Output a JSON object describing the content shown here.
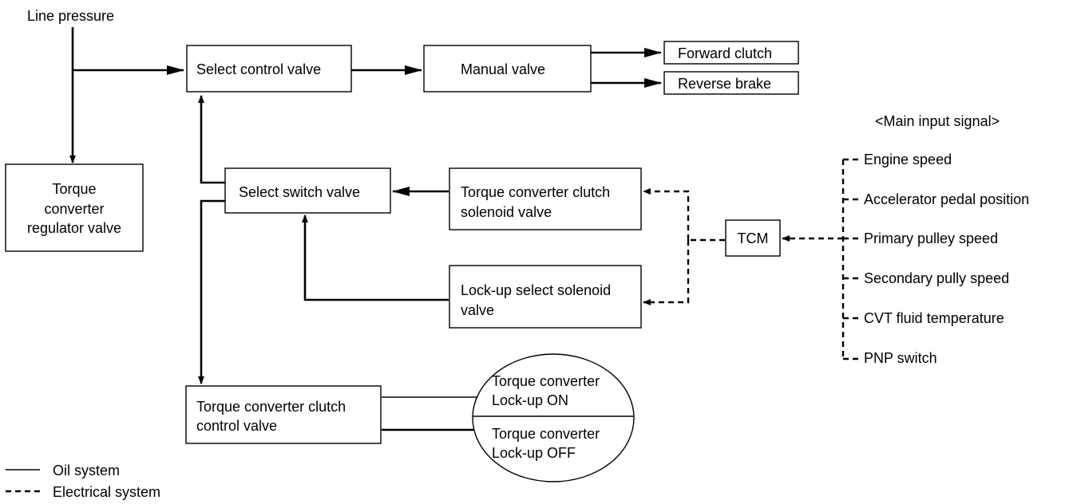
{
  "line_pressure": "Line pressure",
  "blocks": {
    "select_control_valve": "Select control valve",
    "manual_valve": "Manual valve",
    "forward_clutch": "Forward clutch",
    "reverse_brake": "Reverse brake",
    "tc_regulator_valve": [
      "Torque",
      "converter",
      "regulator valve"
    ],
    "select_switch_valve": "Select switch valve",
    "tcc_solenoid_valve": [
      "Torque converter clutch",
      "solenoid valve"
    ],
    "lockup_select_solenoid_valve": [
      "Lock-up select solenoid",
      "valve"
    ],
    "tcm": "TCM",
    "tcc_control_valve": [
      "Torque converter clutch",
      "control valve"
    ]
  },
  "lockup_states": {
    "on": [
      "Torque converter",
      "Lock-up ON"
    ],
    "off": [
      "Torque converter",
      "Lock-up OFF"
    ]
  },
  "main_input_signal": {
    "title": "<Main input signal>",
    "items": [
      "Engine speed",
      "Accelerator pedal position",
      "Primary pulley speed",
      "Secondary pully speed",
      "CVT fluid temperature",
      "PNP switch"
    ]
  },
  "legend": {
    "oil": "Oil system",
    "electrical": "Electrical system"
  }
}
